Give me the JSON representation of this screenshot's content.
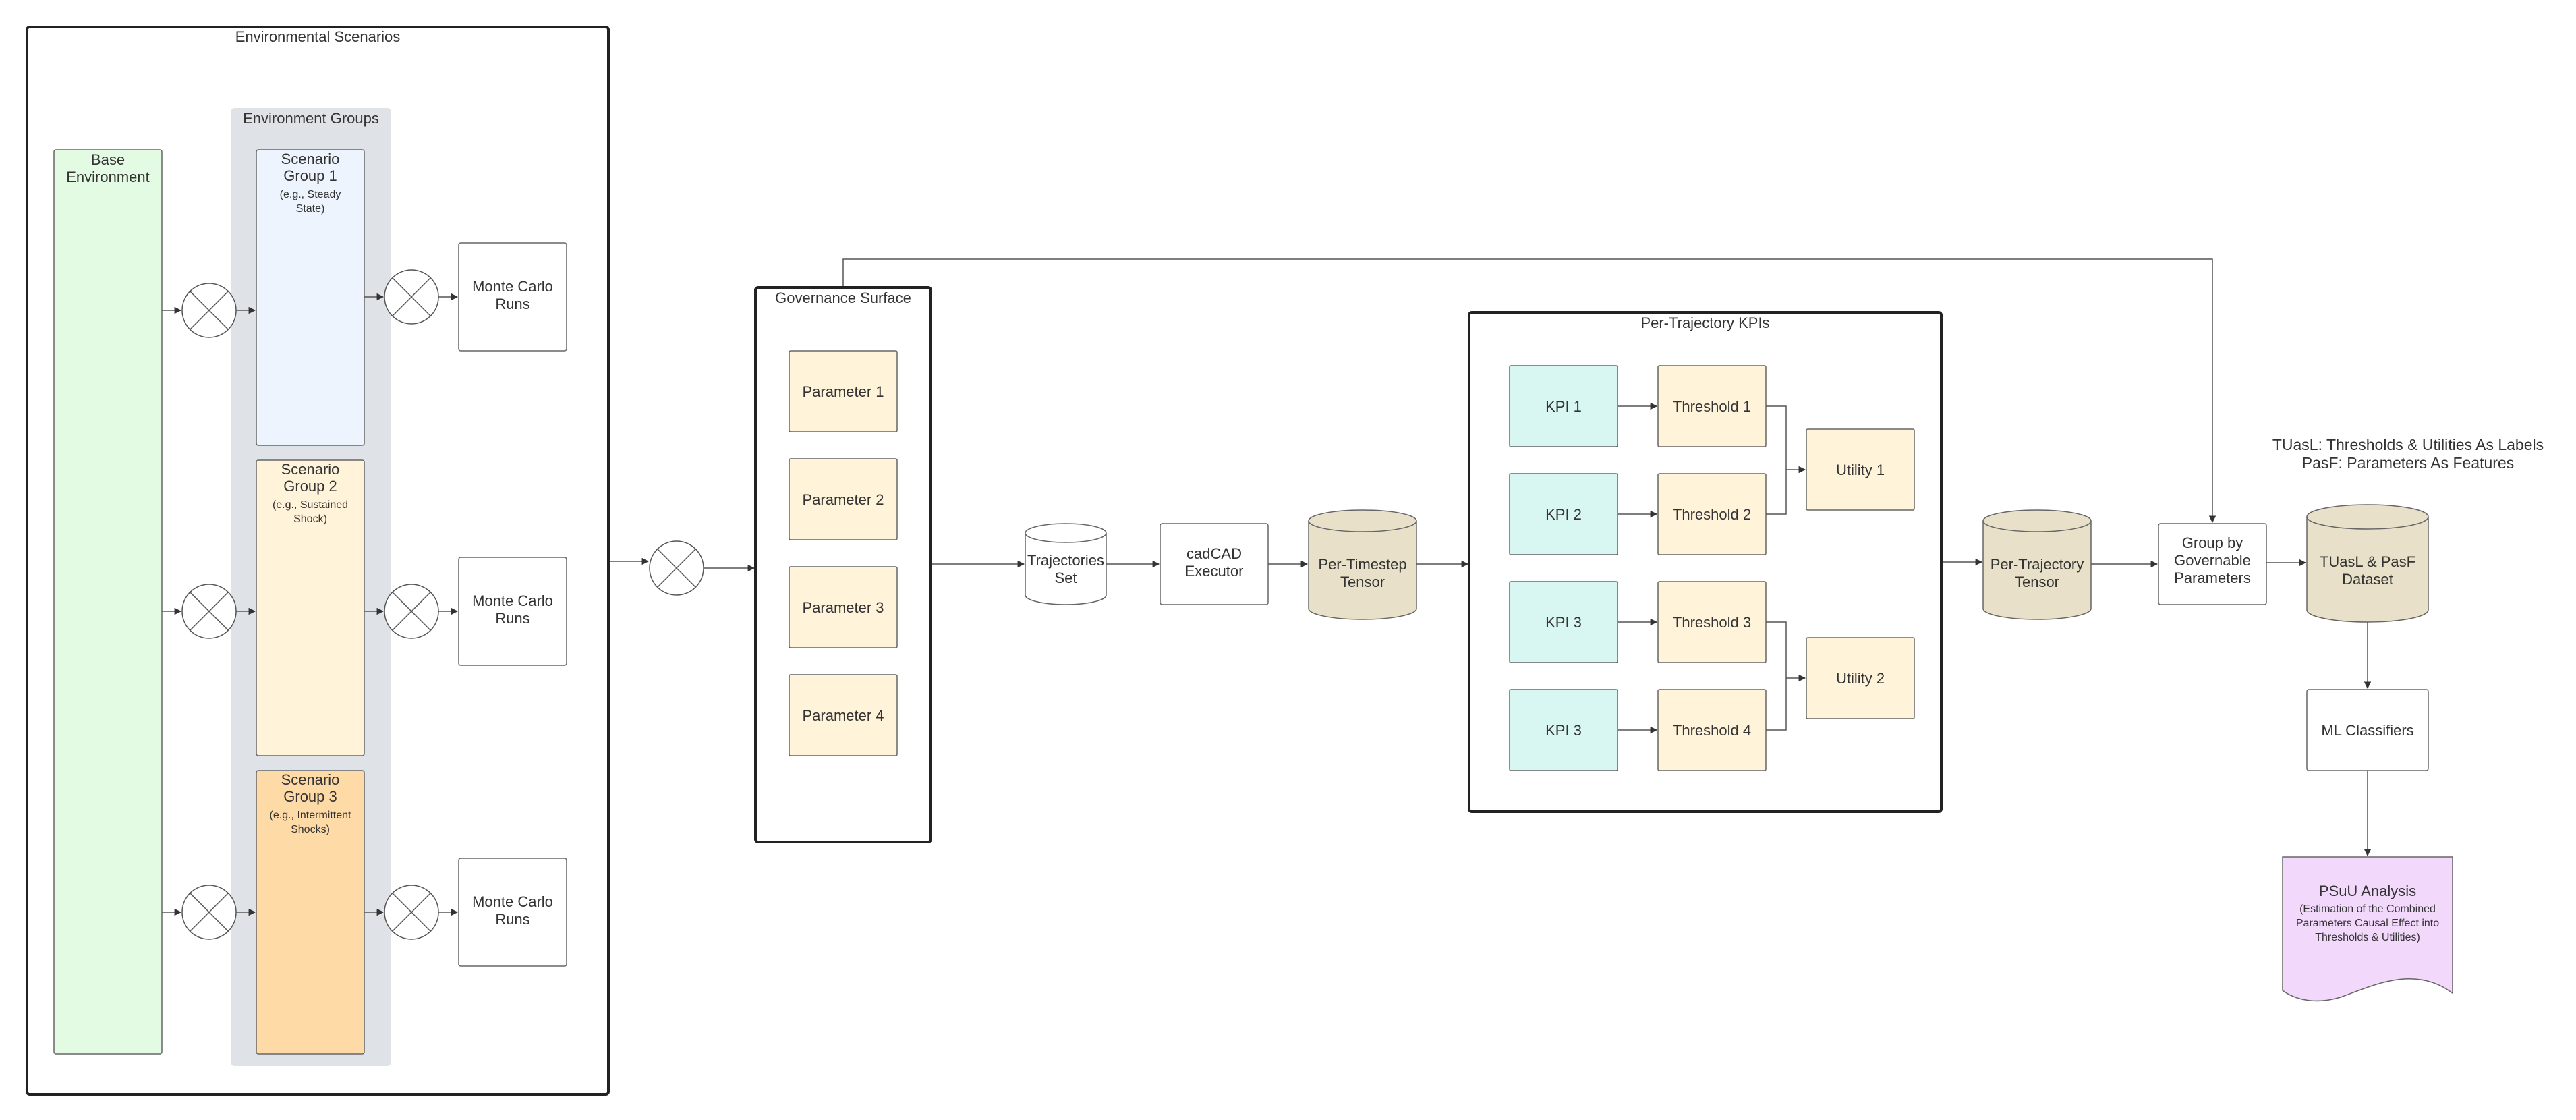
{
  "frames": {
    "environmental": {
      "title": "Environmental Scenarios"
    },
    "environment_groups": {
      "title": "Environment Groups"
    },
    "governance": {
      "title": "Governance Surface"
    },
    "kpis": {
      "title": "Per-Trajectory KPIs"
    }
  },
  "base_environment": {
    "line1": "Base",
    "line2": "Environment"
  },
  "scenario_groups": [
    {
      "line1": "Scenario",
      "line2": "Group 1",
      "sub1": "(e.g., Steady",
      "sub2": "State)",
      "fill": "#eef4fd"
    },
    {
      "line1": "Scenario",
      "line2": "Group 2",
      "sub1": "(e.g., Sustained",
      "sub2": "Shock)",
      "fill": "#fff3da"
    },
    {
      "line1": "Scenario",
      "line2": "Group 3",
      "sub1": "(e.g., Intermittent",
      "sub2": "Shocks)",
      "fill": "#fedba6"
    }
  ],
  "monte_carlo": {
    "line1": "Monte Carlo",
    "line2": "Runs"
  },
  "parameters": [
    "Parameter 1",
    "Parameter 2",
    "Parameter 3",
    "Parameter 4"
  ],
  "trajectories_set": {
    "line1": "Trajectories",
    "line2": "Set"
  },
  "executor": {
    "line1": "cadCAD",
    "line2": "Executor"
  },
  "per_timestep_tensor": {
    "line1": "Per-Timestep",
    "line2": "Tensor"
  },
  "kpis": [
    "KPI 1",
    "KPI 2",
    "KPI 3",
    "KPI 3"
  ],
  "thresholds": [
    "Threshold 1",
    "Threshold 2",
    "Threshold 3",
    "Threshold 4"
  ],
  "utilities": [
    "Utility 1",
    "Utility 2"
  ],
  "per_trajectory_tensor": {
    "line1": "Per-Trajectory",
    "line2": "Tensor"
  },
  "group_by": {
    "line1": "Group by",
    "line2": "Governable",
    "line3": "Parameters"
  },
  "dataset": {
    "line1": "TUasL & PasF",
    "line2": "Dataset"
  },
  "legend": {
    "line1": "TUasL: Thresholds & Utilities As Labels",
    "line2": "PasF: Parameters As Features"
  },
  "ml_classifiers": {
    "label": "ML Classifiers"
  },
  "psuu": {
    "title": "PSuU Analysis",
    "sub1": "(Estimation of the Combined",
    "sub2": "Parameters Causal Effect into",
    "sub3": "Thresholds & Utilities)"
  },
  "colors": {
    "base_env": "#e3fae3",
    "env_groups_bg": "#dfe3e8",
    "parameter": "#fff3da",
    "kpi": "#d8f7f2",
    "cylinder": "#e8e0c8",
    "psuu": "#f2d9fc",
    "stroke": "#666666",
    "frame": "#222222"
  }
}
